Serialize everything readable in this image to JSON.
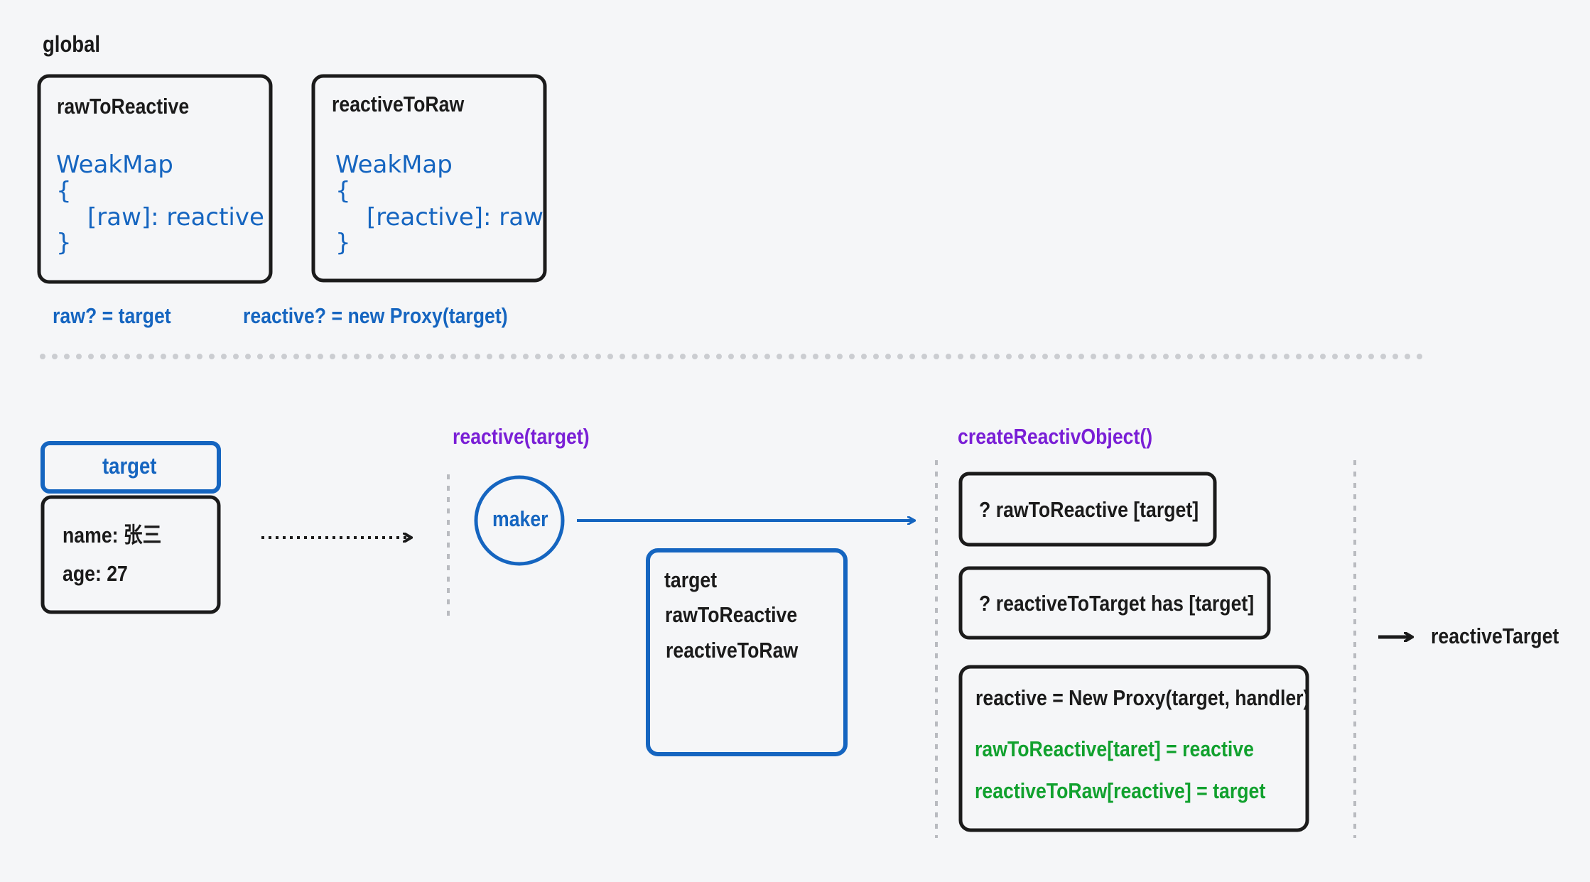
{
  "global_section": {
    "label": "global",
    "raw_to_reactive": {
      "title": "rawToReactive",
      "type": "WeakMap",
      "open": "{",
      "entry": "[raw]: reactive",
      "close": "}"
    },
    "reactive_to_raw": {
      "title": "reactiveToRaw",
      "type": "WeakMap",
      "open": "{",
      "entry": "[reactive]: raw",
      "close": "}"
    },
    "note_raw": "raw? = target",
    "note_reactive": "reactive? = new Proxy(target)"
  },
  "flow": {
    "target_header": "target",
    "target_name": "name: 张三",
    "target_age": "age: 27",
    "reactive_fn": "reactive(target)",
    "maker": "maker",
    "maker_box": {
      "line1": "target",
      "line2": "rawToReactive",
      "line3": "reactiveToRaw"
    },
    "create_fn": "createReactivObject()",
    "check1": "?  rawToReactive [target]",
    "check2": "? reactiveToTarget  has [target]",
    "proxy_line": "reactive = New Proxy(target, handler)",
    "assign1": "rawToReactive[taret] = reactive",
    "assign2": "reactiveToRaw[reactive] = target",
    "result": "reactiveTarget"
  },
  "colors": {
    "black": "#1b1b1b",
    "blue": "#1565c0",
    "purple": "#7a1fd6",
    "green": "#11a12e",
    "background": "#f5f6f8"
  }
}
